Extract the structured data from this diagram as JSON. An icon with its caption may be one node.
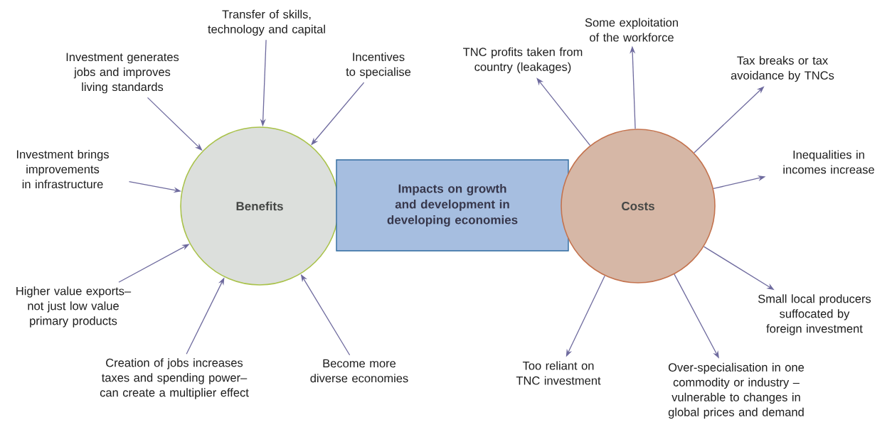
{
  "diagram": {
    "nodes": [
      {
        "text": [
          "Benefits"
        ]
      },
      {
        "text": [
          "Impacts on growth and development in developing economies"
        ]
      },
      {
        "text": [
          "Costs"
        ]
      },
      {
        "text": [
          "Transfer of skills, technology and capital"
        ]
      },
      {
        "text": [
          "Investment generates jobs and improves living standards"
        ]
      },
      {
        "text": [
          "Incentives to specialise"
        ]
      },
      {
        "text": [
          "Investment brings improvements in infrastructure"
        ]
      },
      {
        "text": [
          "Higher value exports– not just low value primary products"
        ]
      },
      {
        "text": [
          "Creation of jobs increases taxes and spending power– can create a multiplier effect"
        ]
      },
      {
        "text": [
          "Become more diverse economies"
        ]
      },
      {
        "text": [
          "TNC profits taken from country (leakages)"
        ]
      },
      {
        "text": [
          "Some exploitation of the workforce"
        ]
      },
      {
        "text": [
          "Tax breaks or tax avoidance by TNCs"
        ]
      },
      {
        "text": [
          "Inequalities in incomes increase"
        ]
      },
      {
        "text": [
          "Small local producers suffocated by foreign investment"
        ]
      },
      {
        "text": [
          "Too reliant on TNC investment"
        ]
      },
      {
        "text": [
          "Over-specialisation in one commodity or industry – vulnerable to changes in global prices and demand"
        ]
      }
    ],
    "edges": [
      {
        "from": 3,
        "to": 0,
        "arrow": "to"
      },
      {
        "from": 4,
        "to": 0,
        "arrow": "to"
      },
      {
        "from": 5,
        "to": 0,
        "arrow": "to"
      },
      {
        "from": 6,
        "to": 0,
        "arrow": "to"
      },
      {
        "from": 7,
        "to": 0,
        "arrow": "to"
      },
      {
        "from": 8,
        "to": 0,
        "arrow": "to"
      },
      {
        "from": 9,
        "to": 0,
        "arrow": "to"
      },
      {
        "from": 2,
        "to": 10,
        "arrow": "to"
      },
      {
        "from": 2,
        "to": 11,
        "arrow": "to"
      },
      {
        "from": 2,
        "to": 12,
        "arrow": "to"
      },
      {
        "from": 2,
        "to": 13,
        "arrow": "to"
      },
      {
        "from": 2,
        "to": 14,
        "arrow": "to"
      },
      {
        "from": 2,
        "to": 15,
        "arrow": "to"
      },
      {
        "from": 2,
        "to": 16,
        "arrow": "to"
      }
    ]
  }
}
